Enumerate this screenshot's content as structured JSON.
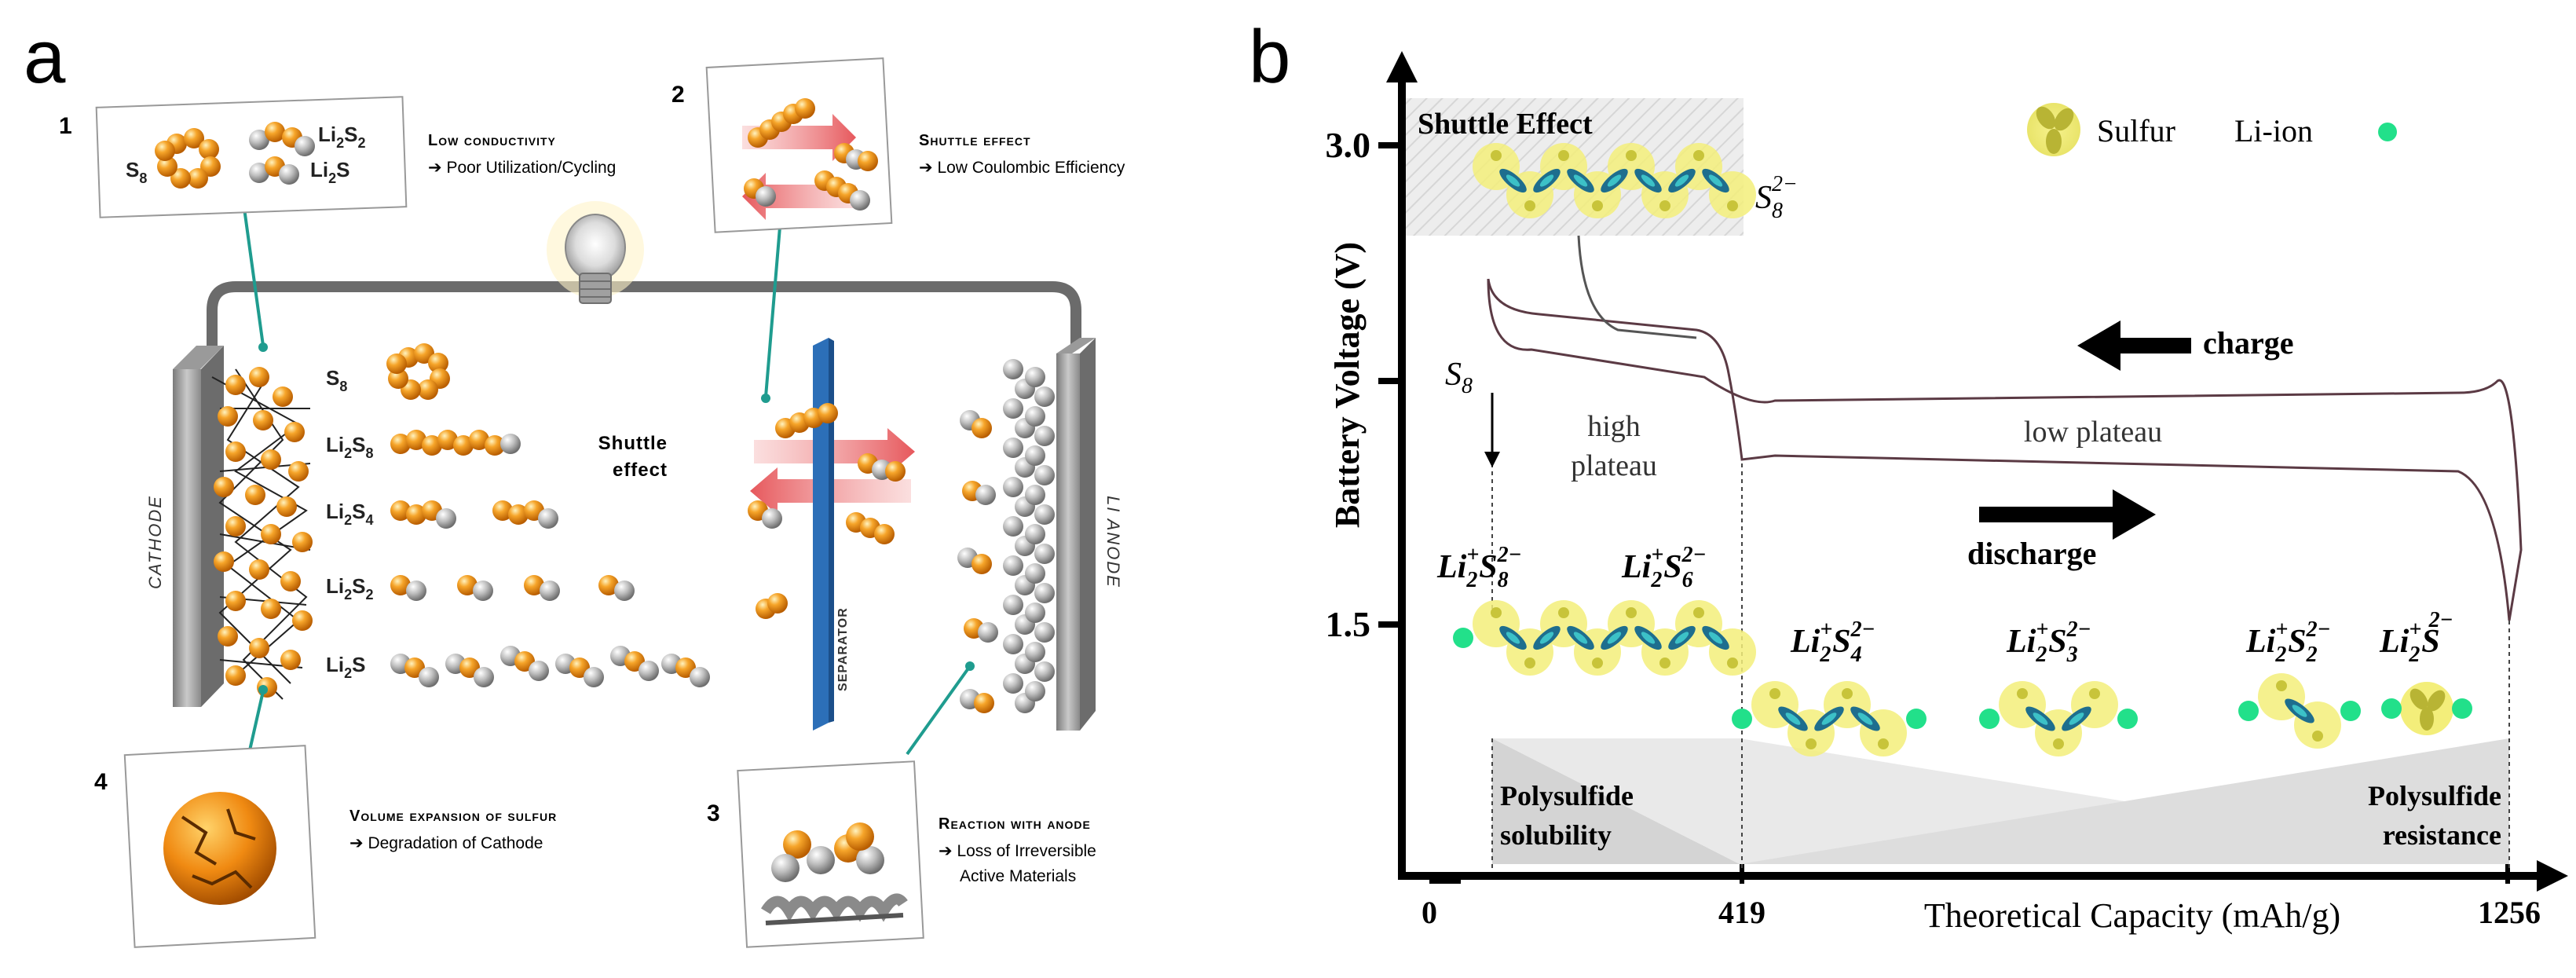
{
  "panel_a": {
    "letter": "a",
    "callouts": [
      {
        "num": "1",
        "head": "Low conductivity",
        "sub": "Poor Utilization/Cycling"
      },
      {
        "num": "2",
        "head": "Shuttle effect",
        "sub": "Low Coulombic Efficiency"
      },
      {
        "num": "3",
        "head": "Reaction with anode",
        "sub1": "Loss of Irreversible",
        "sub2": "Active Materials"
      },
      {
        "num": "4",
        "head": "Volume expansion of sulfur",
        "sub": "Degradation of Cathode"
      }
    ],
    "box1_species": {
      "s8": "S",
      "s8_sub": "8",
      "li2s2": "Li",
      "li2s2_sub1": "2",
      "li2s2_mid": "S",
      "li2s2_sub2": "2",
      "li2s": "Li",
      "li2s_sub": "2",
      "li2s_end": "S"
    },
    "species": [
      {
        "main": "S",
        "sub": "8",
        "tail": ""
      },
      {
        "main": "Li",
        "sub": "2",
        "tail": "S",
        "tail_sub": "8"
      },
      {
        "main": "Li",
        "sub": "2",
        "tail": "S",
        "tail_sub": "4"
      },
      {
        "main": "Li",
        "sub": "2",
        "tail": "S",
        "tail_sub": "2"
      },
      {
        "main": "Li",
        "sub": "2",
        "tail": "S",
        "tail_sub": ""
      }
    ],
    "shuttle_label_1": "Shuttle",
    "shuttle_label_2": "effect",
    "cathode": "CATHODE",
    "separator": "SEPARATOR",
    "anode": "LI ANODE",
    "colors": {
      "sulfur": "#f39a1e",
      "lithium": "#b9b9b9",
      "separator": "#2c6fb8",
      "arrow": "#e8383d",
      "teal": "#1f9c8f"
    }
  },
  "panel_b": {
    "letter": "b",
    "y_axis_label": "Battery Voltage (V)",
    "y_ticks": [
      "3.0",
      "1.5"
    ],
    "x_axis_label": "Theoretical Capacity (mAh/g)",
    "x_ticks": [
      "0",
      "419",
      "1256"
    ],
    "shuttle_box_title": "Shuttle Effect",
    "s8_2minus": {
      "base": "S",
      "sub": "8",
      "sup": "2−"
    },
    "s8": {
      "base": "S",
      "sub": "8"
    },
    "legend": {
      "sulfur": "Sulfur",
      "li_ion": "Li-ion"
    },
    "charge_label": "charge",
    "discharge_label": "discharge",
    "high_plateau_1": "high",
    "high_plateau_2": "plateau",
    "low_plateau": "low plateau",
    "polysulfide_solubility_1": "Polysulfide",
    "polysulfide_solubility_2": "solubility",
    "polysulfide_resistance_1": "Polysulfide",
    "polysulfide_resistance_2": "resistance",
    "species_labels": [
      {
        "li": "Li",
        "li_sub": "2",
        "li_sup": "+",
        "s": "S",
        "s_sub": "8",
        "s_sup": "2−"
      },
      {
        "li": "Li",
        "li_sub": "2",
        "li_sup": "+",
        "s": "S",
        "s_sub": "6",
        "s_sup": "2−"
      },
      {
        "li": "Li",
        "li_sub": "2",
        "li_sup": "+",
        "s": "S",
        "s_sub": "4",
        "s_sup": "2−"
      },
      {
        "li": "Li",
        "li_sub": "2",
        "li_sup": "+",
        "s": "S",
        "s_sub": "3",
        "s_sup": "2−"
      },
      {
        "li": "Li",
        "li_sub": "2",
        "li_sup": "+",
        "s": "S",
        "s_sub": "2",
        "s_sup": "2−"
      },
      {
        "li": "Li",
        "li_sub": "2",
        "li_sup": "+",
        "s": "S",
        "s_sub": "",
        "s_sup": "2−"
      }
    ],
    "colors": {
      "sulfur_glow": "#f3ee7a",
      "sulfur_core": "#c8c43a",
      "bond": "#1e6e8e",
      "li_ion": "#22e08a",
      "curve": "#5b3a44"
    }
  }
}
